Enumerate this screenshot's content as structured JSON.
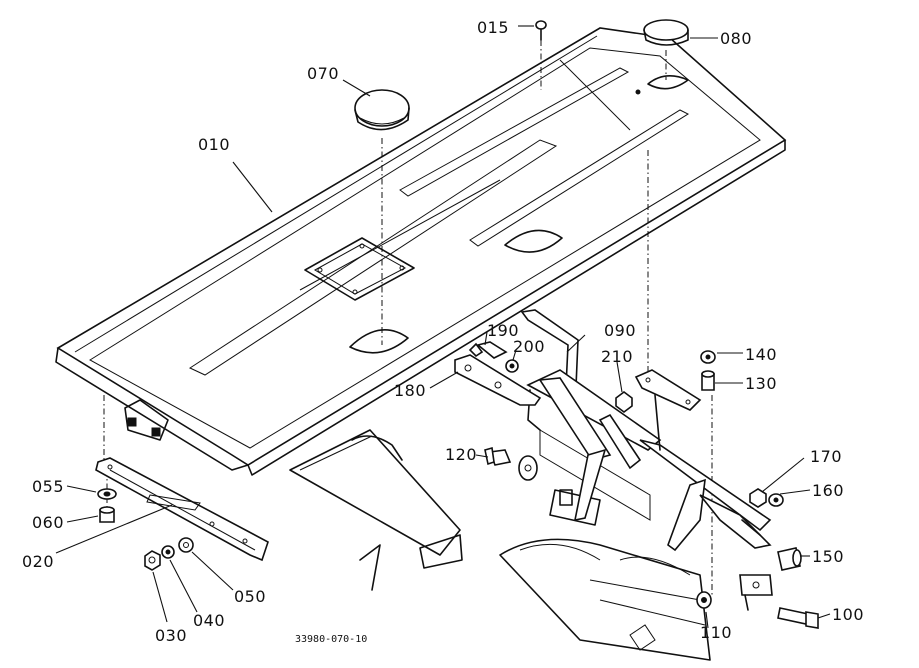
{
  "labels": {
    "p010": "010",
    "p015": "015",
    "p020": "020",
    "p030": "030",
    "p040": "040",
    "p050": "050",
    "p055": "055",
    "p060": "060",
    "p070": "070",
    "p080": "080",
    "p090": "090",
    "p100": "100",
    "p110": "110",
    "p120": "120",
    "p130": "130",
    "p140": "140",
    "p150": "150",
    "p160": "160",
    "p170": "170",
    "p180": "180",
    "p190": "190",
    "p200": "200",
    "p210": "210"
  },
  "drawing_number": "33980-070-10"
}
